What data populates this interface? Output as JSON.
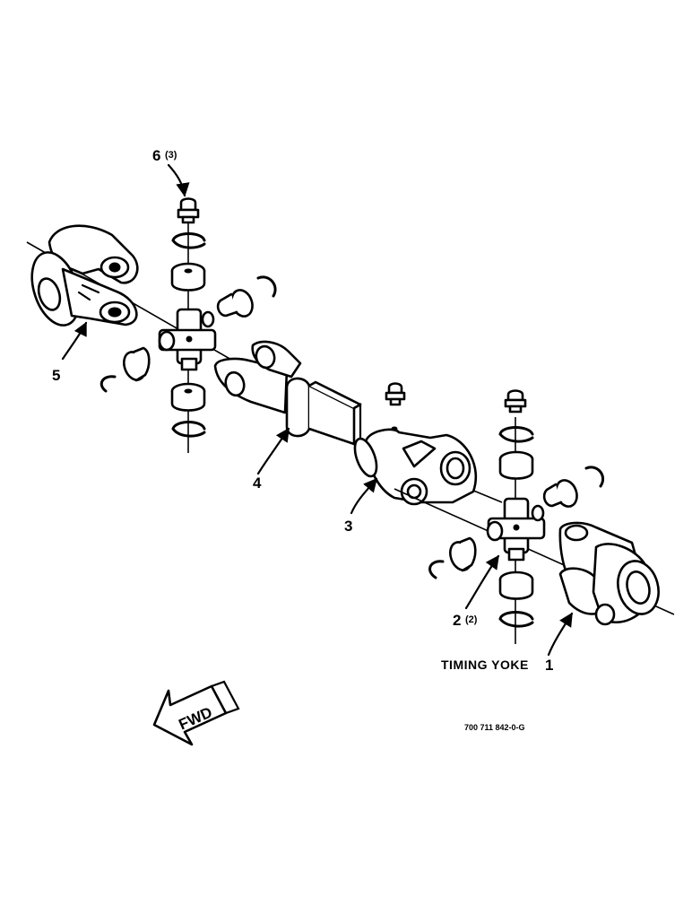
{
  "callouts": [
    {
      "id": "1",
      "number": "1"
    },
    {
      "id": "2",
      "number": "2",
      "qty": "(2)"
    },
    {
      "id": "3",
      "number": "3"
    },
    {
      "id": "4",
      "number": "4"
    },
    {
      "id": "5",
      "number": "5"
    },
    {
      "id": "6",
      "number": "6",
      "qty": "(3)"
    }
  ],
  "timing_yoke_label": "TIMING YOKE",
  "forward_label": "FWD",
  "drawing_code": "700 711 842-0-G"
}
